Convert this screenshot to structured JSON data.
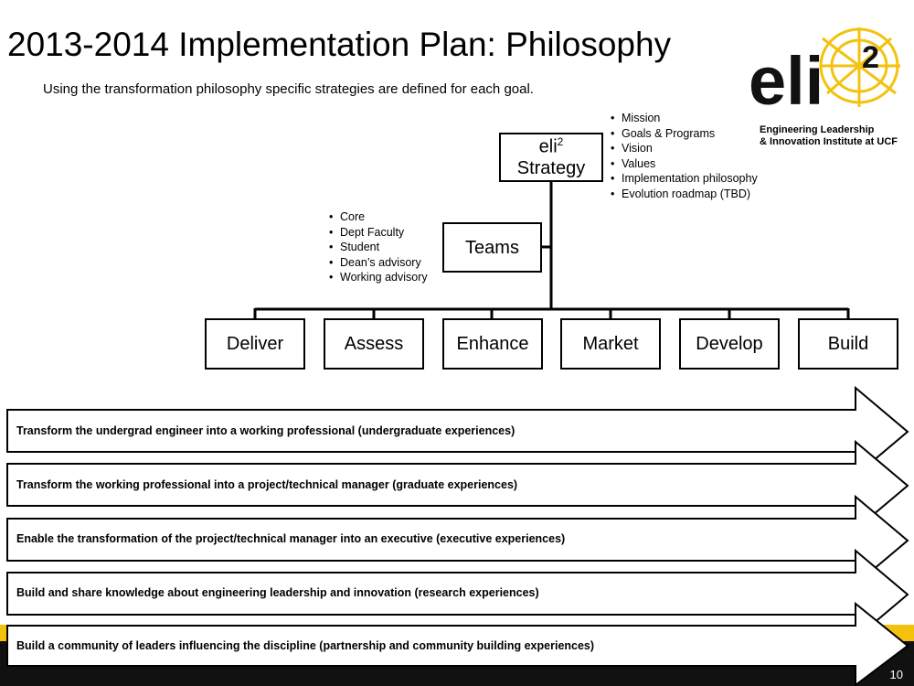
{
  "slide": {
    "title": "2013-2014 Implementation Plan: Philosophy",
    "subtitle": "Using the transformation philosophy specific strategies are defined for each goal.",
    "page_number": "10"
  },
  "logo": {
    "wordmark": "eli",
    "superscript": "2",
    "org_line1": "Engineering Leadership",
    "org_line2": "& Innovation Institute at UCF",
    "colors": {
      "gold": "#f4c20d",
      "black": "#111111"
    }
  },
  "strategy_box": {
    "line1": "eli",
    "sup": "2",
    "line2": "Strategy"
  },
  "strategy_bullets": [
    "Mission",
    "Goals & Programs",
    "Vision",
    "Values",
    "Implementation philosophy",
    "Evolution roadmap (TBD)"
  ],
  "teams_box": "Teams",
  "teams_bullets": [
    "Core",
    "Dept Faculty",
    "Student",
    "Dean’s advisory",
    "Working advisory"
  ],
  "goal_boxes": [
    "Deliver",
    "Assess",
    "Enhance",
    "Market",
    "Develop",
    "Build"
  ],
  "transformations": [
    "Transform the undergrad engineer into a working professional (undergraduate experiences)",
    "Transform the working professional into a project/technical manager (graduate experiences)",
    "Enable the transformation of the project/technical manager into an executive (executive experiences)",
    "Build and share knowledge about engineering leadership and innovation (research experiences)",
    "Build a community of leaders influencing the discipline (partnership and community building experiences)"
  ]
}
